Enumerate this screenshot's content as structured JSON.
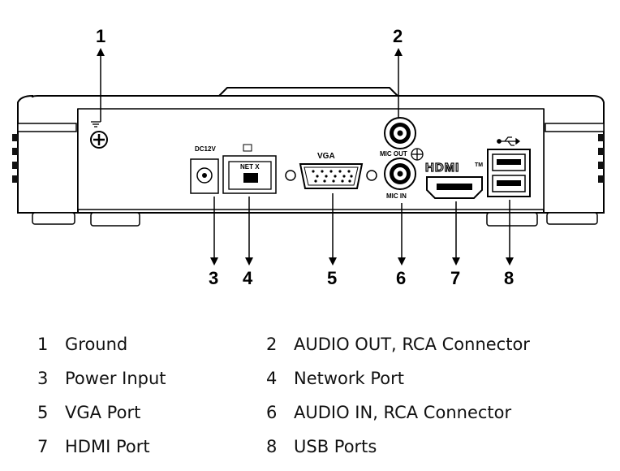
{
  "callouts": {
    "ground": "1",
    "audio_out": "2",
    "power": "3",
    "network": "4",
    "vga": "5",
    "audio_in": "6",
    "hdmi": "7",
    "usb": "8"
  },
  "port_labels": {
    "dc": "DC12V",
    "vga": "VGA",
    "mic_out": "MIC OUT",
    "mic_in": "MIC IN",
    "hdmi": "HDMI",
    "hdmi_tm": "TM",
    "net_panel": "NET X"
  },
  "legend": [
    {
      "num": "1",
      "label": "Ground"
    },
    {
      "num": "2",
      "label": "AUDIO OUT, RCA Connector"
    },
    {
      "num": "3",
      "label": "Power Input"
    },
    {
      "num": "4",
      "label": "Network Port"
    },
    {
      "num": "5",
      "label": "VGA Port"
    },
    {
      "num": "6",
      "label": "AUDIO IN, RCA Connector"
    },
    {
      "num": "7",
      "label": "HDMI Port"
    },
    {
      "num": "8",
      "label": "USB Ports"
    }
  ]
}
